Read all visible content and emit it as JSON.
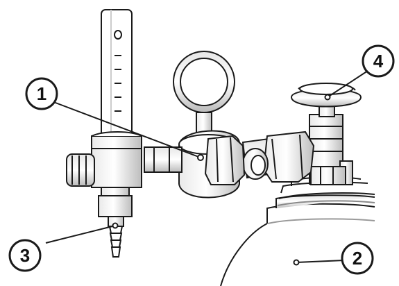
{
  "callouts": [
    {
      "id": "callout-1",
      "label": "1"
    },
    {
      "id": "callout-2",
      "label": "2"
    },
    {
      "id": "callout-3",
      "label": "3"
    },
    {
      "id": "callout-4",
      "label": "4"
    }
  ],
  "colors": {
    "line": "#1a1a1a",
    "shade": "#cfcfcf",
    "light": "#f2f2f2",
    "background": "#ffffff"
  }
}
